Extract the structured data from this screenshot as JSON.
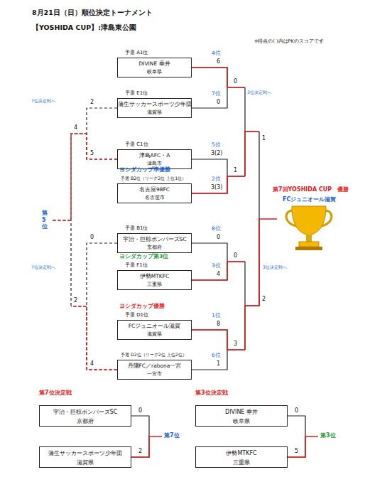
{
  "diagram": {
    "title": "8月21日（日）順位決定トーナメント",
    "nodes": [
      {
        "text": [
          "予選 A1位",
          "4位",
          "DIVINE 垂井",
          "岐阜県"
        ]
      },
      {
        "text": [
          "予選 E1位",
          "7位",
          "蒲生サッカースポーツ少年団",
          "滋賀県"
        ]
      },
      {
        "text": [
          "予選 C1位",
          "5位",
          "津島AFC・A",
          "津島市"
        ]
      },
      {
        "text": [
          "ヨシダカップ準優勝",
          "予選 B2位（リーグ2位 上位1位）",
          "2位",
          "名古屋98FC",
          "名古屋市"
        ]
      },
      {
        "text": [
          "予選 B1位",
          "8位",
          "宇治・巨椋ボンバーズSC",
          "京都府"
        ]
      },
      {
        "text": [
          "ヨシダカップ第3位",
          "予選 F1位",
          "3位",
          "伊勢MTKFC",
          "三重県"
        ]
      },
      {
        "text": [
          "ヨシダカップ優勝",
          "予選 D1位",
          "1位",
          "FCジュニオール滋賀",
          "滋賀県"
        ]
      },
      {
        "text": [
          "予選 D2位（リーグ2位 上位2位）",
          "6位",
          "丹陽FC／rabona一宮",
          "一宮市"
        ]
      },
      {
        "text": [
          "宇治・巨椋ボンバーズSC",
          "京都府"
        ]
      },
      {
        "text": [
          "蒲生サッカースポーツ少年団",
          "滋賀県"
        ]
      },
      {
        "text": [
          "DIVINE 垂井",
          "岐阜県"
        ]
      },
      {
        "text": [
          "伊勢MTKFC",
          "三重県"
        ]
      }
    ],
    "edges": [
      {
        "from": 0,
        "to": 1,
        "arrow": "none"
      },
      {
        "from": 2,
        "to": 3,
        "arrow": "none"
      },
      {
        "from": 4,
        "to": 5,
        "arrow": "none"
      },
      {
        "from": 6,
        "to": 7,
        "arrow": "none"
      },
      {
        "from": 1,
        "to": 2,
        "arrow": "none"
      },
      {
        "from": 4,
        "to": 7,
        "arrow": "none"
      },
      {
        "from": 8,
        "to": 9,
        "arrow": "none"
      },
      {
        "from": 10,
        "to": 11,
        "arrow": "none"
      }
    ],
    "labels": [
      "【YOSHIDA CUP】:津島東公園",
      "※得点の( )内はPKのスコアです",
      "7位決定戦へ",
      "2",
      "5",
      "4",
      "第5位",
      "2",
      "7位決定戦へ",
      "0",
      "4",
      "6",
      "0",
      "3(2)",
      "3(3)",
      "0",
      "4",
      "8",
      "1",
      "0",
      "3位決定戦へ",
      "1",
      "0",
      "3位決定戦へ",
      "3",
      "1",
      "2",
      "第7回YOSHIDA CUP　優勝",
      "FCジュニオール滋賀",
      "第7位決定戦",
      "0",
      "2",
      "第7位",
      "第3位決定戦",
      "0",
      "5",
      "第3位"
    ]
  }
}
